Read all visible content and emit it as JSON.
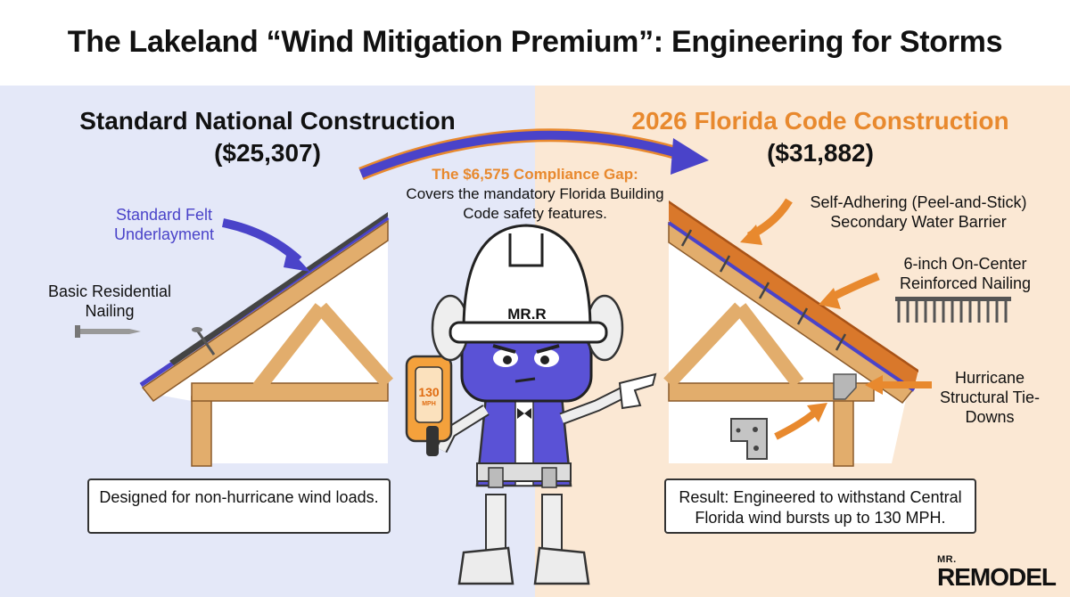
{
  "title": "The Lakeland “Wind Mitigation Premium”: Engineering for Storms",
  "left": {
    "heading": "Standard National Construction",
    "price": "($25,307)",
    "underlayment_label": "Standard Felt Underlayment",
    "nailing_label": "Basic Residential Nailing",
    "result": "Designed for non-hurricane wind loads."
  },
  "right": {
    "heading": "2026 Florida Code Construction",
    "price": "($31,882)",
    "barrier_label": "Self-Adhering (Peel-and-Stick) Secondary Water Barrier",
    "nailing_label": "6-inch On-Center Reinforced Nailing",
    "tiedown_label": "Hurricane Structural Tie-Downs",
    "result": "Result: Engineered to withstand Central Florida wind bursts up to 130 MPH."
  },
  "gap": {
    "title": "The $6,575 Compliance Gap:",
    "text": "Covers the mandatory Florida Building Code safety features."
  },
  "mascot": {
    "helmet_text": "MR.R",
    "gauge_value": "130",
    "gauge_unit": "MPH"
  },
  "logo": {
    "top": "MR.",
    "main": "REMODEL"
  },
  "colors": {
    "left_bg": "#e4e8f8",
    "right_bg": "#fbe8d4",
    "accent_orange": "#e8892e",
    "accent_blue": "#4a43c9",
    "wood": "#e2ad6c"
  }
}
